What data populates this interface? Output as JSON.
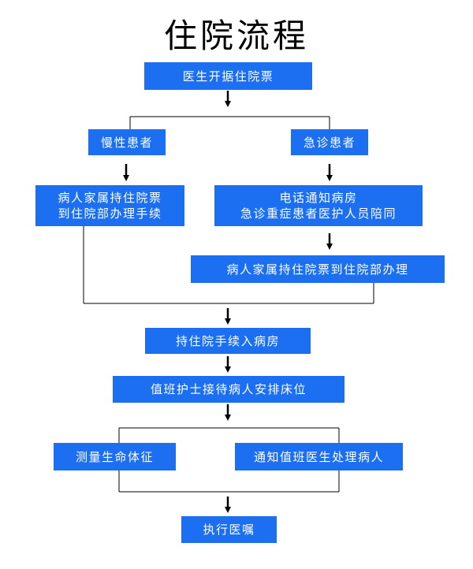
{
  "title": "住院流程",
  "steps": {
    "doctor_ticket": "医生开据住院票",
    "chronic": "慢性患者",
    "emergency": "急诊患者",
    "chronic_family": "病人家属持住院票\n到住院部办理手续",
    "emergency_notify": "电话通知病房\n急诊重症患者医护人员陪同",
    "emergency_family": "病人家属持住院票到住院部办理",
    "enter_ward": "持住院手续入病房",
    "nurse_arrange": "值班护士接待病人安排床位",
    "vitals": "测量生命体征",
    "notify_doctor": "通知值班医生处理病人",
    "execute_orders": "执行医嘱"
  },
  "colors": {
    "box_fill": "#1b6ff0",
    "box_text": "#ffffff",
    "line": "#000000"
  }
}
